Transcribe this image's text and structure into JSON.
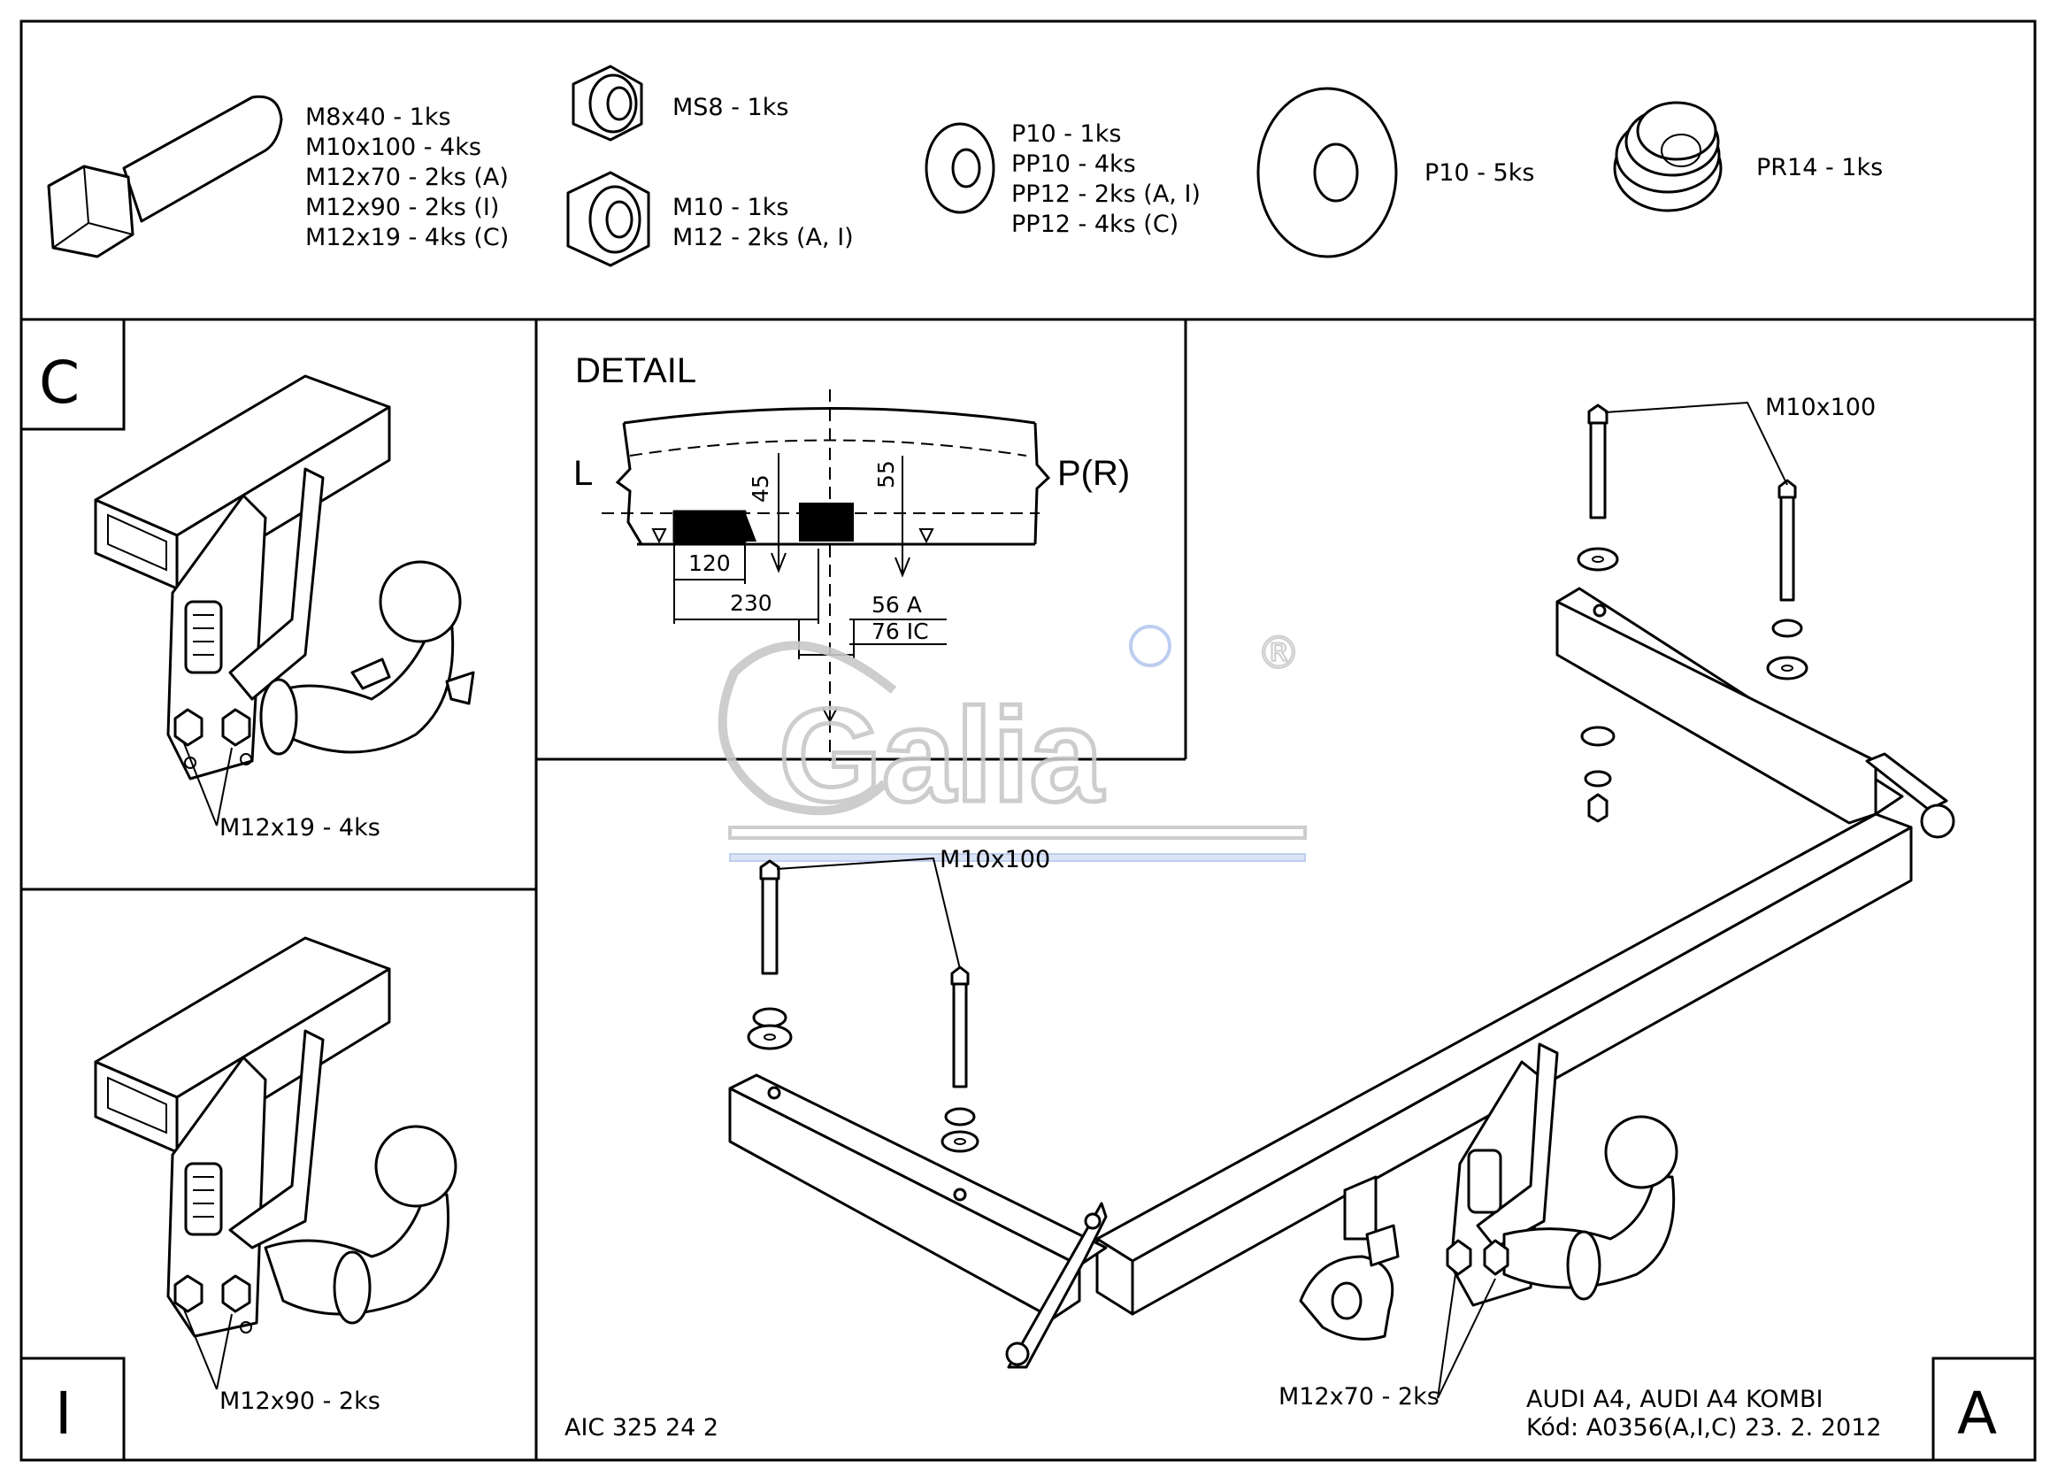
{
  "hardware": {
    "bolts": [
      "M8x40 - 1ks",
      "M10x100 - 4ks",
      "M12x70 - 2ks (A)",
      "M12x90 - 2ks (I)",
      "M12x19 - 4ks (C)"
    ],
    "nut_small": "MS8 - 1ks",
    "nuts": [
      "M10 - 1ks",
      "M12 - 2ks (A, I)"
    ],
    "washers_small": [
      "P10 - 1ks",
      "PP10 - 4ks",
      "PP12 - 2ks (A, I)",
      "PP12 - 4ks (C)"
    ],
    "washer_large": "P10 - 5ks",
    "spring": "PR14 - 1ks"
  },
  "panel_c": {
    "letter": "C",
    "bolt_label": "M12x19 - 4ks"
  },
  "panel_i": {
    "letter": "I",
    "bolt_label": "M12x90 - 2ks"
  },
  "detail": {
    "title": "DETAIL",
    "left": "L",
    "right": "P(R)",
    "dims": [
      "45",
      "55",
      "120",
      "230",
      "56 A",
      "76 IC"
    ]
  },
  "main": {
    "bolt_label_top": "M10x100",
    "bolt_label_left": "M10x100",
    "bolt_label_bottom": "M12x70 - 2ks",
    "letter": "A",
    "code_left": "AIC 325 24 2",
    "vehicle": "AUDI A4, AUDI A4 KOMBI",
    "kod": "Kód: A0356(A,I,C)  23. 2. 2012"
  },
  "watermark": {
    "brand": "Galia",
    "mark": "®"
  }
}
